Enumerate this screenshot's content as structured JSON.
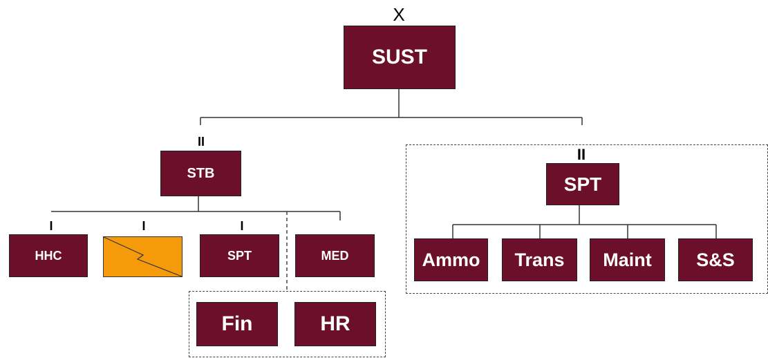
{
  "diagram": {
    "root": {
      "label": "SUST",
      "echelon": "X"
    },
    "left_battalion": {
      "label": "STB",
      "echelon": "II",
      "units": [
        {
          "key": "hhc",
          "label": "HHC",
          "echelon": "I"
        },
        {
          "key": "signal",
          "label": "",
          "echelon": "I",
          "symbol": "signal-unit-icon"
        },
        {
          "key": "spt",
          "label": "SPT",
          "echelon": "I"
        },
        {
          "key": "med",
          "label": "MED",
          "echelon": ""
        }
      ],
      "attached_group": [
        {
          "key": "fin",
          "label": "Fin"
        },
        {
          "key": "hr",
          "label": "HR"
        }
      ]
    },
    "right_battalion": {
      "label": "SPT",
      "echelon": "II",
      "units": [
        {
          "key": "ammo",
          "label": "Ammo"
        },
        {
          "key": "trans",
          "label": "Trans"
        },
        {
          "key": "maint",
          "label": "Maint"
        },
        {
          "key": "ss",
          "label": "S&S"
        }
      ]
    }
  },
  "colors": {
    "unit_fill": "#6b0f2b",
    "signal_fill": "#f59a0a",
    "line": "#333333",
    "text": "#ffffff"
  }
}
